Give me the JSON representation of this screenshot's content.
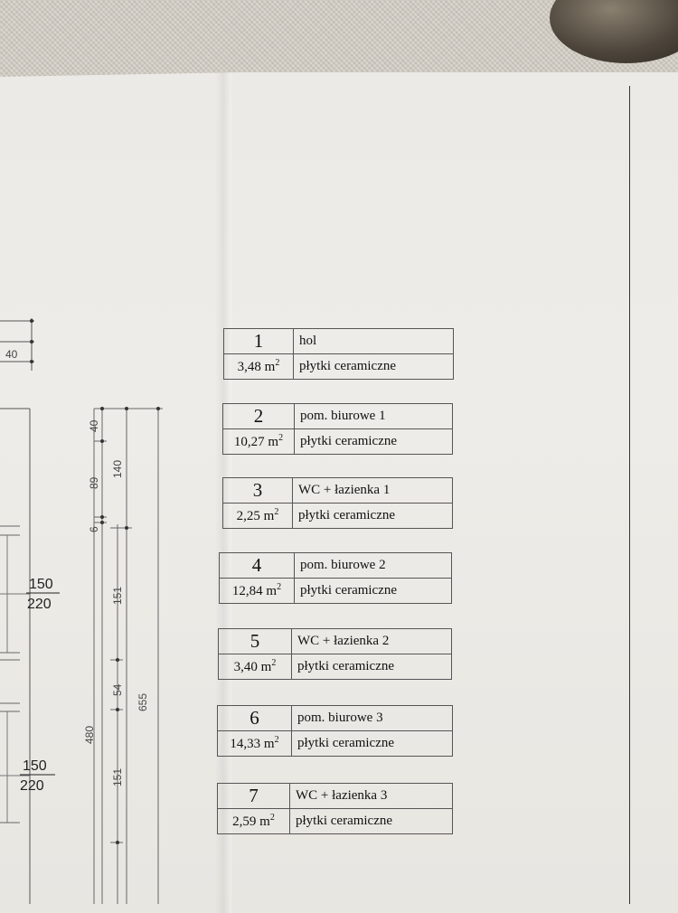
{
  "drawing": {
    "top_left_dim": "40",
    "vertical_dims": [
      "40",
      "89",
      "6",
      "151",
      "54",
      "151"
    ],
    "total_dims": [
      "140",
      "655",
      "480"
    ],
    "door_labels": [
      {
        "width": "150",
        "height": "220"
      },
      {
        "width": "150",
        "height": "220"
      }
    ]
  },
  "rooms": [
    {
      "number": "1",
      "name": "hol",
      "area": "3,48 m",
      "unit_exp": "2",
      "floor": "płytki ceramiczne"
    },
    {
      "number": "2",
      "name": "pom. biurowe 1",
      "area": "10,27 m",
      "unit_exp": "2",
      "floor": "płytki ceramiczne"
    },
    {
      "number": "3",
      "name": "WC + łazienka 1",
      "area": "2,25 m",
      "unit_exp": "2",
      "floor": "płytki ceramiczne"
    },
    {
      "number": "4",
      "name": "pom. biurowe 2",
      "area": "12,84 m",
      "unit_exp": "2",
      "floor": "płytki ceramiczne"
    },
    {
      "number": "5",
      "name": "WC + łazienka 2",
      "area": "3,40 m",
      "unit_exp": "2",
      "floor": "płytki ceramiczne"
    },
    {
      "number": "6",
      "name": "pom. biurowe 3",
      "area": "14,33 m",
      "unit_exp": "2",
      "floor": "płytki ceramiczne"
    },
    {
      "number": "7",
      "name": "WC + łazienka 3",
      "area": "2,59 m",
      "unit_exp": "2",
      "floor": "płytki ceramiczne"
    }
  ]
}
